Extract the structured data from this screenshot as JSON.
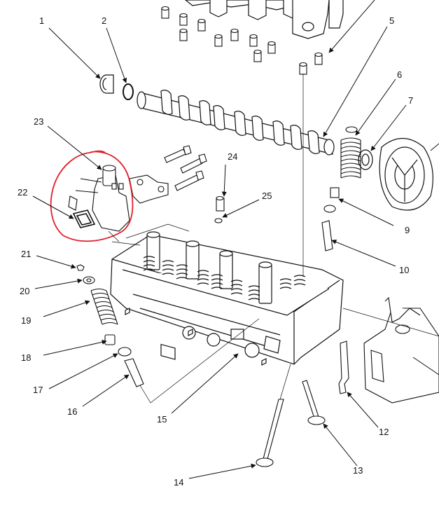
{
  "diagram": {
    "callouts": [
      {
        "id": "c1",
        "label": "1"
      },
      {
        "id": "c2",
        "label": "2"
      },
      {
        "id": "c5",
        "label": "5"
      },
      {
        "id": "c6",
        "label": "6"
      },
      {
        "id": "c7",
        "label": "7"
      },
      {
        "id": "c9",
        "label": "9"
      },
      {
        "id": "c10",
        "label": "10"
      },
      {
        "id": "c12",
        "label": "12"
      },
      {
        "id": "c13",
        "label": "13"
      },
      {
        "id": "c14",
        "label": "14"
      },
      {
        "id": "c15",
        "label": "15"
      },
      {
        "id": "c16",
        "label": "16"
      },
      {
        "id": "c17",
        "label": "17"
      },
      {
        "id": "c18",
        "label": "18"
      },
      {
        "id": "c19",
        "label": "19"
      },
      {
        "id": "c20",
        "label": "20"
      },
      {
        "id": "c21",
        "label": "21"
      },
      {
        "id": "c22",
        "label": "22"
      },
      {
        "id": "c23",
        "label": "23"
      },
      {
        "id": "c24",
        "label": "24"
      },
      {
        "id": "c25",
        "label": "25"
      }
    ],
    "highlight_color": "#e0202a",
    "line_color": "#111111"
  }
}
